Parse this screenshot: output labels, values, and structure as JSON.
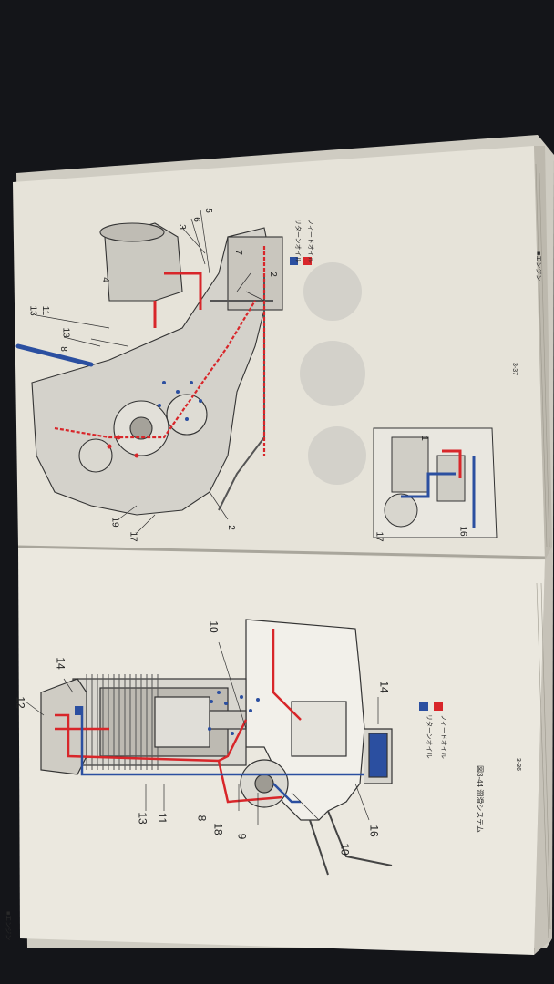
{
  "header": {
    "section_left": "■エンジン",
    "section_right": "■エンジン"
  },
  "left_page": {
    "figure_caption": "図3-44 潤滑システム",
    "page_number": "3-36",
    "legend": [
      {
        "label": "リターンオイル",
        "color": "#2b4fa0"
      },
      {
        "label": "フィードオイル",
        "color": "#d8262a"
      }
    ],
    "callouts": [
      "12",
      "14",
      "13",
      "11",
      "8",
      "18",
      "9",
      "10",
      "16",
      "14",
      "10"
    ]
  },
  "right_page": {
    "page_number": "3-37",
    "legend": [
      {
        "label": "リターンオイル",
        "color": "#2b4fa0"
      },
      {
        "label": "フィードオイル",
        "color": "#d8262a"
      }
    ],
    "callouts": [
      "13",
      "11",
      "13",
      "8",
      "3",
      "6",
      "5",
      "4",
      "7",
      "2",
      "19",
      "17",
      "2",
      "1",
      "17",
      "16"
    ]
  },
  "colors": {
    "feed_oil": "#d8262a",
    "return_oil": "#2b4fa0",
    "paper": "#e9e6dc",
    "background": "#141519"
  }
}
